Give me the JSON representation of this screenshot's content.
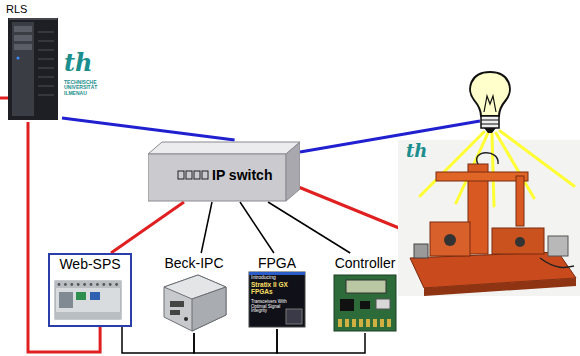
{
  "diagram": {
    "nodes": [
      {
        "text": [
          "RLS"
        ]
      },
      {
        "text": [
          "IP switch"
        ]
      },
      {
        "text": [
          "Web-SPS"
        ]
      },
      {
        "text": [
          "Beck-IPC"
        ]
      },
      {
        "text": [
          "FPGA"
        ]
      },
      {
        "text": [
          "Controller"
        ]
      }
    ],
    "edges": [
      {
        "from": 0,
        "to": 1,
        "arrow": "none"
      },
      {
        "from": 1,
        "to": 2,
        "arrow": "none"
      },
      {
        "from": 1,
        "to": 3,
        "arrow": "none"
      },
      {
        "from": 1,
        "to": 4,
        "arrow": "none"
      },
      {
        "from": 1,
        "to": 5,
        "arrow": "none"
      },
      {
        "from": 0,
        "to": 2,
        "arrow": "none"
      },
      {
        "from": 2,
        "to": 3,
        "arrow": "none"
      },
      {
        "from": 3,
        "to": 4,
        "arrow": "none"
      },
      {
        "from": 4,
        "to": 5,
        "arrow": "none"
      }
    ],
    "labels": [
      "th",
      "TECHNISCHE UNIVERSITÄT ILMENAU",
      "th",
      "Introducing",
      "Stratix II GX FPGAs",
      "Transceivers With Optimal Signal Integrity"
    ]
  }
}
